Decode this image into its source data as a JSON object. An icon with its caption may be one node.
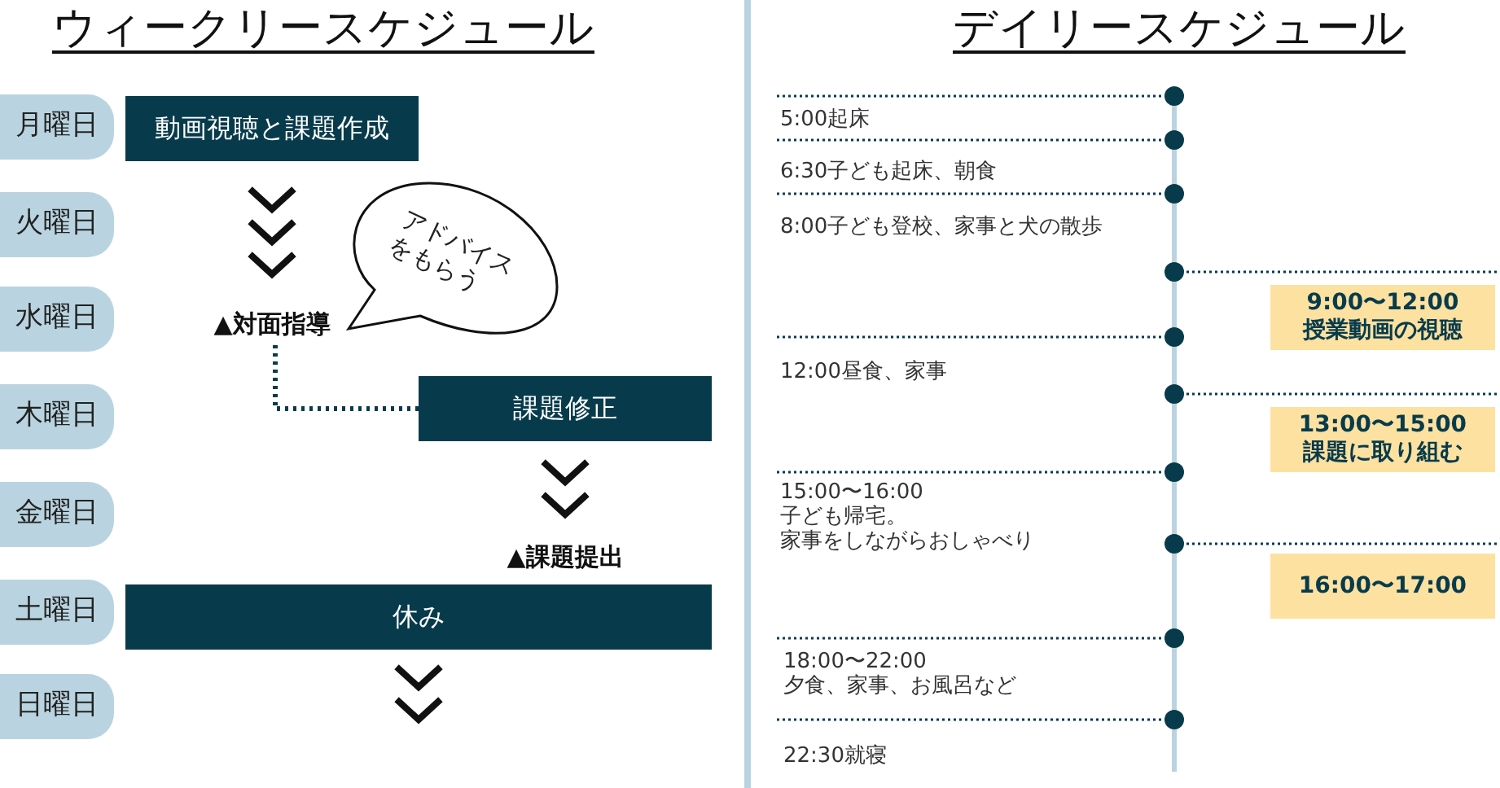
{
  "diagram": {
    "nodes": [
      {
        "text": [
          "月曜日"
        ]
      },
      {
        "text": [
          "火曜日"
        ]
      },
      {
        "text": [
          "水曜日"
        ]
      },
      {
        "text": [
          "木曜日"
        ]
      },
      {
        "text": [
          "金曜日"
        ]
      },
      {
        "text": [
          "土曜日"
        ]
      },
      {
        "text": [
          "日曜日"
        ]
      },
      {
        "text": [
          "動画視聴と課題作成"
        ]
      },
      {
        "text": [
          "アドバイスをもらう"
        ]
      },
      {
        "text": [
          "▲対面指導"
        ]
      },
      {
        "text": [
          "課題修正"
        ]
      },
      {
        "text": [
          "▲課題提出"
        ]
      },
      {
        "text": [
          "休み"
        ]
      },
      {
        "text": [
          "9:00〜12:00",
          "授業動画の視聴"
        ]
      },
      {
        "text": [
          "13:00〜15:00",
          "課題に取り組む"
        ]
      },
      {
        "text": [
          "16:00〜17:00"
        ]
      }
    ],
    "edges": [
      {
        "from": 7,
        "to": 9,
        "arrow": "to"
      },
      {
        "from": 9,
        "to": 10,
        "arrow": "none",
        "style": "dashed"
      },
      {
        "from": 10,
        "to": 11,
        "arrow": "to"
      },
      {
        "from": 12,
        "to": null,
        "arrow": "to"
      }
    ],
    "labels": [
      "ウィークリースケジュール",
      "デイリースケジュール",
      "5:00起床",
      "6:30子ども起床、朝食",
      "8:00子ども登校、家事と犬の散歩",
      "12:00昼食、家事",
      "15:00〜16:00",
      "子ども帰宅。",
      "家事をしながらおしゃべり",
      "18:00〜22:00",
      "夕食、家事、お風呂など",
      "22:30就寝"
    ]
  }
}
